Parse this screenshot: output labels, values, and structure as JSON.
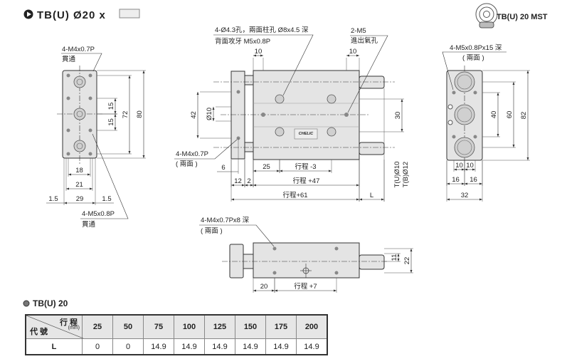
{
  "header": {
    "title": "TB(U) Ø20 x",
    "model_badge": "TB(U) 20 MST"
  },
  "left_view": {
    "note_top": "4-M4x0.7P",
    "note_top_sub": "貫通",
    "note_bottom": "4-M5x0.8P",
    "note_bottom_sub": "貫通",
    "dims": {
      "d15a": "15",
      "d15b": "15",
      "d72": "72",
      "d80": "80",
      "d18": "18",
      "d21": "21",
      "d29": "29",
      "d15l": "1.5",
      "d15r": "1.5"
    }
  },
  "front_view": {
    "note_holes": "4-Ø4.3孔，兩面柱孔 Ø8x4.5 深",
    "note_holes_sub": "背面攻牙  M5x0.8P",
    "note_ports": "2-M5",
    "note_ports_sub": "進出氣孔",
    "note_plate": "4-M4x0.7P",
    "note_plate_sub": "( 兩面 )",
    "logo": "CHELIC",
    "dims": {
      "d10a": "10",
      "d10b": "10",
      "d42": "42",
      "dphi10": "Ø10",
      "d30": "30",
      "tu": "T(U)Ø10",
      "tb": "T(B)Ø12",
      "d6": "6",
      "d25": "25",
      "s_minus3": "行程 -3",
      "d12": "12",
      "d2": "2",
      "s_plus47": "行程 +47",
      "s_plus61": "行程+61",
      "dL": "L"
    }
  },
  "side_view": {
    "note": "4-M5x0.8Px15 深",
    "note_sub": "( 兩面 )",
    "dims": {
      "d40": "40",
      "d60": "60",
      "d82": "82",
      "d10a": "10",
      "d10b": "10",
      "d16a": "16",
      "d16b": "16",
      "d32": "32"
    }
  },
  "bottom_view": {
    "note": "4-M4x0.7Px8 深",
    "note_sub": "( 兩面 )",
    "dims": {
      "d11": "11",
      "d22": "22",
      "d20": "20",
      "s_plus7": "行程 +7"
    }
  },
  "table": {
    "title": "TB(U) 20",
    "corner_stroke": "行 程",
    "corner_unit": "(mm)",
    "corner_code": "代 號",
    "strokes": [
      "25",
      "50",
      "75",
      "100",
      "125",
      "150",
      "175",
      "200"
    ],
    "rows": [
      {
        "label": "L",
        "values": [
          "0",
          "0",
          "14.9",
          "14.9",
          "14.9",
          "14.9",
          "14.9",
          "14.9"
        ]
      }
    ]
  }
}
